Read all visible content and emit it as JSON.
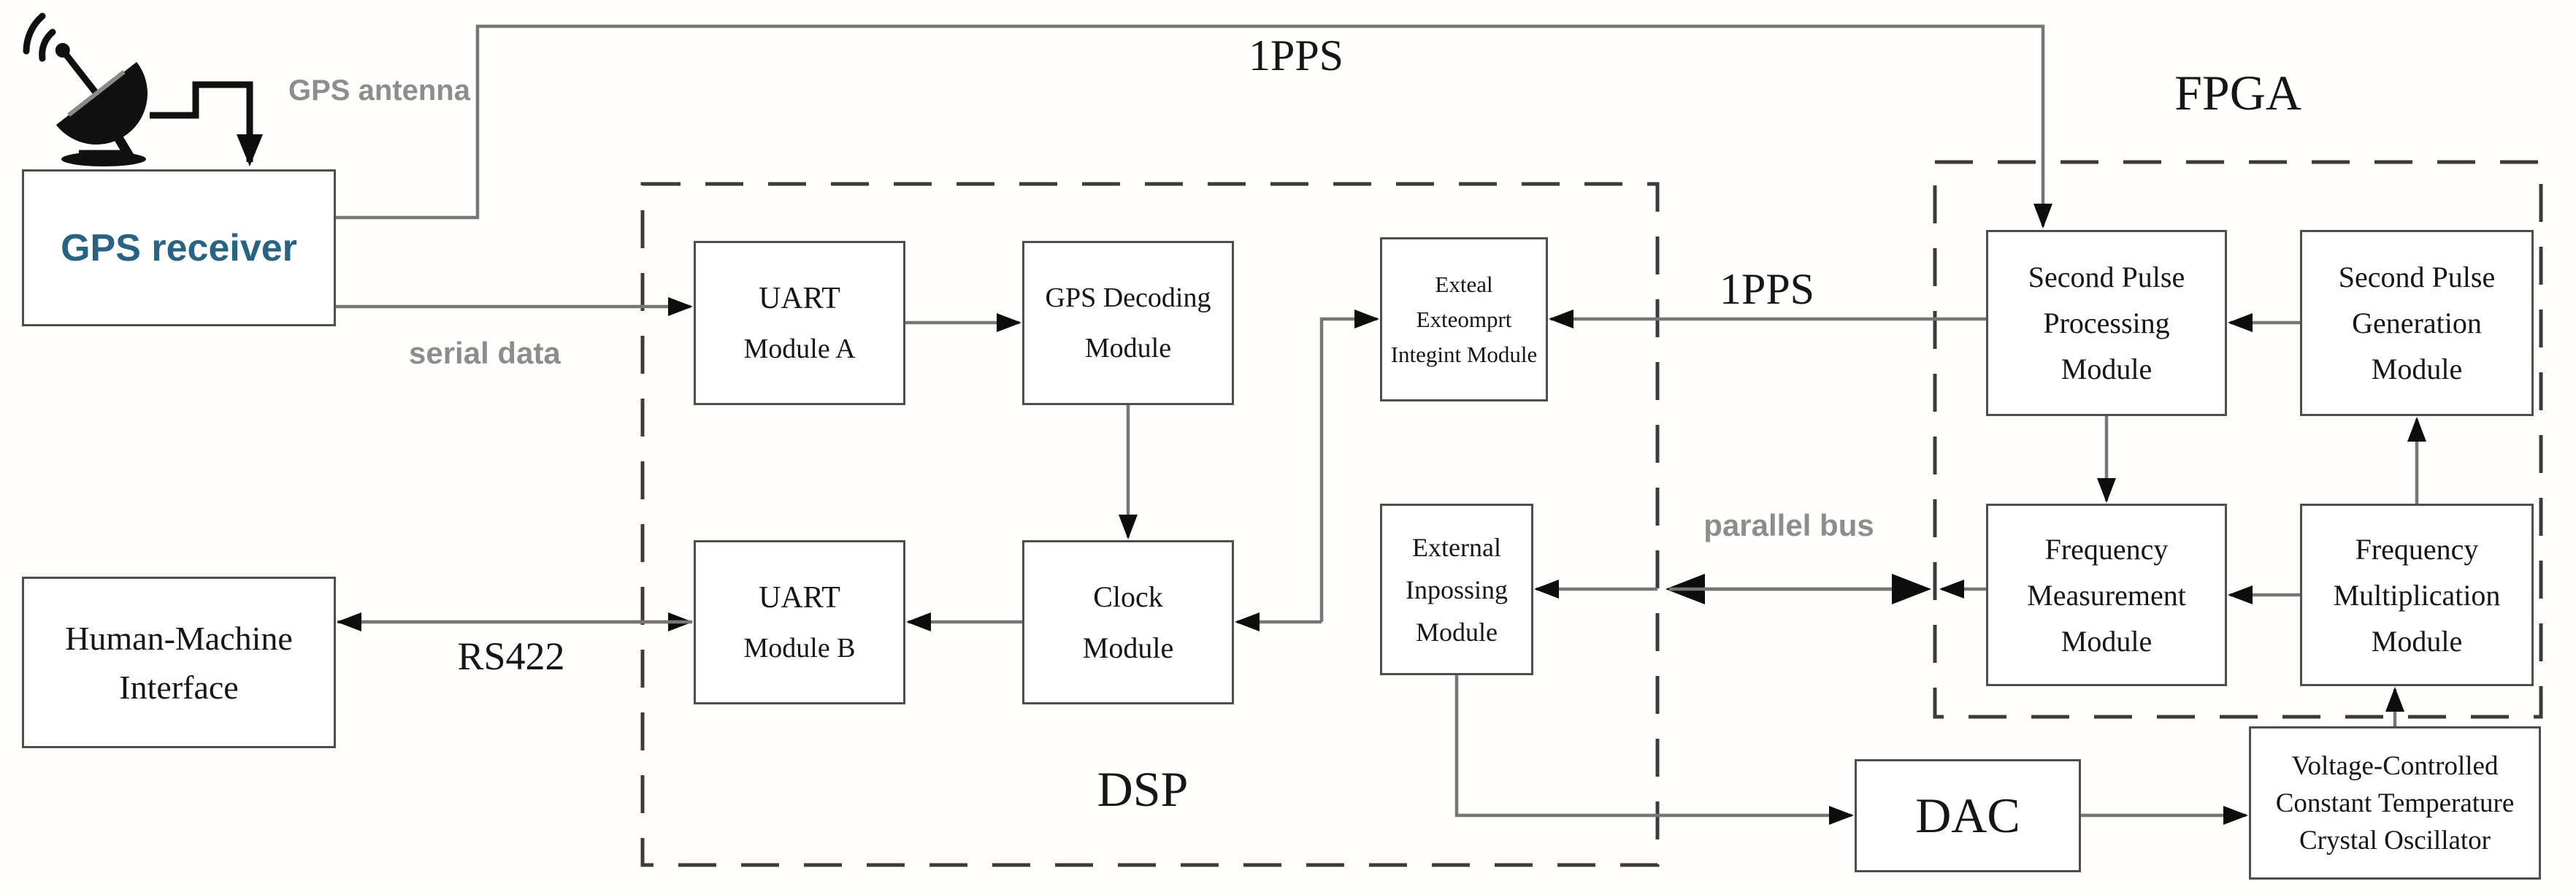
{
  "diagram": {
    "labels": {
      "gps_antenna": "GPS antenna",
      "serial_data": "serial data",
      "pps_top": "1PPS",
      "pps_mid": "1PPS",
      "rs422": "RS422",
      "parallel_bus": "parallel bus",
      "dsp": "DSP",
      "fpga": "FPGA"
    },
    "boxes": {
      "gps_receiver": {
        "label": "GPS receiver"
      },
      "hmi": {
        "line1": "Human-Machine",
        "line2": "Interface"
      },
      "uart_a": {
        "line1": "UART",
        "line2": "Module A"
      },
      "gps_decoding": {
        "line1": "GPS Decoding",
        "line2": "Module"
      },
      "external_interrupt": {
        "line1": "Exteal",
        "line2": "Exteomprt",
        "line3": "Integint Module"
      },
      "uart_b": {
        "line1": "UART",
        "line2": "Module B"
      },
      "clock": {
        "line1": "Clock",
        "line2": "Module"
      },
      "external_inpossing": {
        "line1": "External",
        "line2": "Inpossing",
        "line3": "Module"
      },
      "second_pulse_processing": {
        "line1": "Second Pulse",
        "line2": "Processing",
        "line3": "Module"
      },
      "second_pulse_generation": {
        "line1": "Second Pulse",
        "line2": "Generation",
        "line3": "Module"
      },
      "frequency_measurement": {
        "line1": "Frequency",
        "line2": "Measurement",
        "line3": "Module"
      },
      "frequency_multiplication": {
        "line1": "Frequency",
        "line2": "Multiplication",
        "line3": "Module"
      },
      "dac": {
        "label": "DAC"
      },
      "vco": {
        "line1": "Voltage-Controlled",
        "line2": "Constant Temperature",
        "line3": "Crystal Oscillator"
      }
    },
    "colors": {
      "receiver_text": "#276384",
      "muted_label": "#8d8d8d",
      "line": "#767676",
      "arrow": "#0d0d0d",
      "box_border": "#4e4e4e",
      "dashed_border": "#3c3c3c"
    }
  }
}
